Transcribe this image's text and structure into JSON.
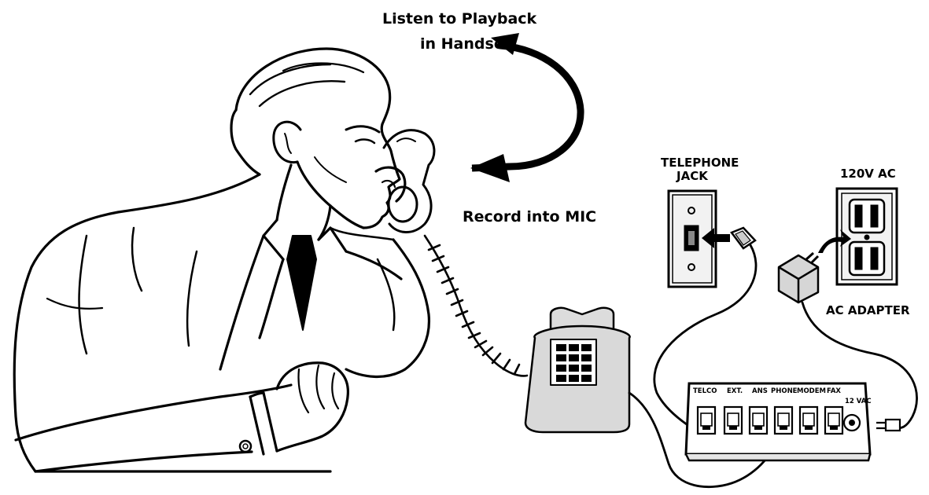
{
  "annotations": {
    "listen_line1": "Listen to Playback",
    "listen_line2": "in Handset",
    "record": "Record into MIC"
  },
  "telephone_jack": {
    "label_line1": "TELEPHONE",
    "label_line2": "JACK"
  },
  "outlet": {
    "label": "120V AC"
  },
  "adapter": {
    "label": "AC ADAPTER"
  },
  "device": {
    "ports": [
      "TELCO",
      "EXT.",
      "ANS",
      "PHONE",
      "MODEM",
      "FAX"
    ],
    "power_port": "12 VAC"
  },
  "icons": [
    "person-illustration",
    "telephone-icon",
    "wall-jack-icon",
    "power-outlet-icon",
    "ac-adapter-icon",
    "device-box-icon",
    "curved-arrow-icon"
  ]
}
